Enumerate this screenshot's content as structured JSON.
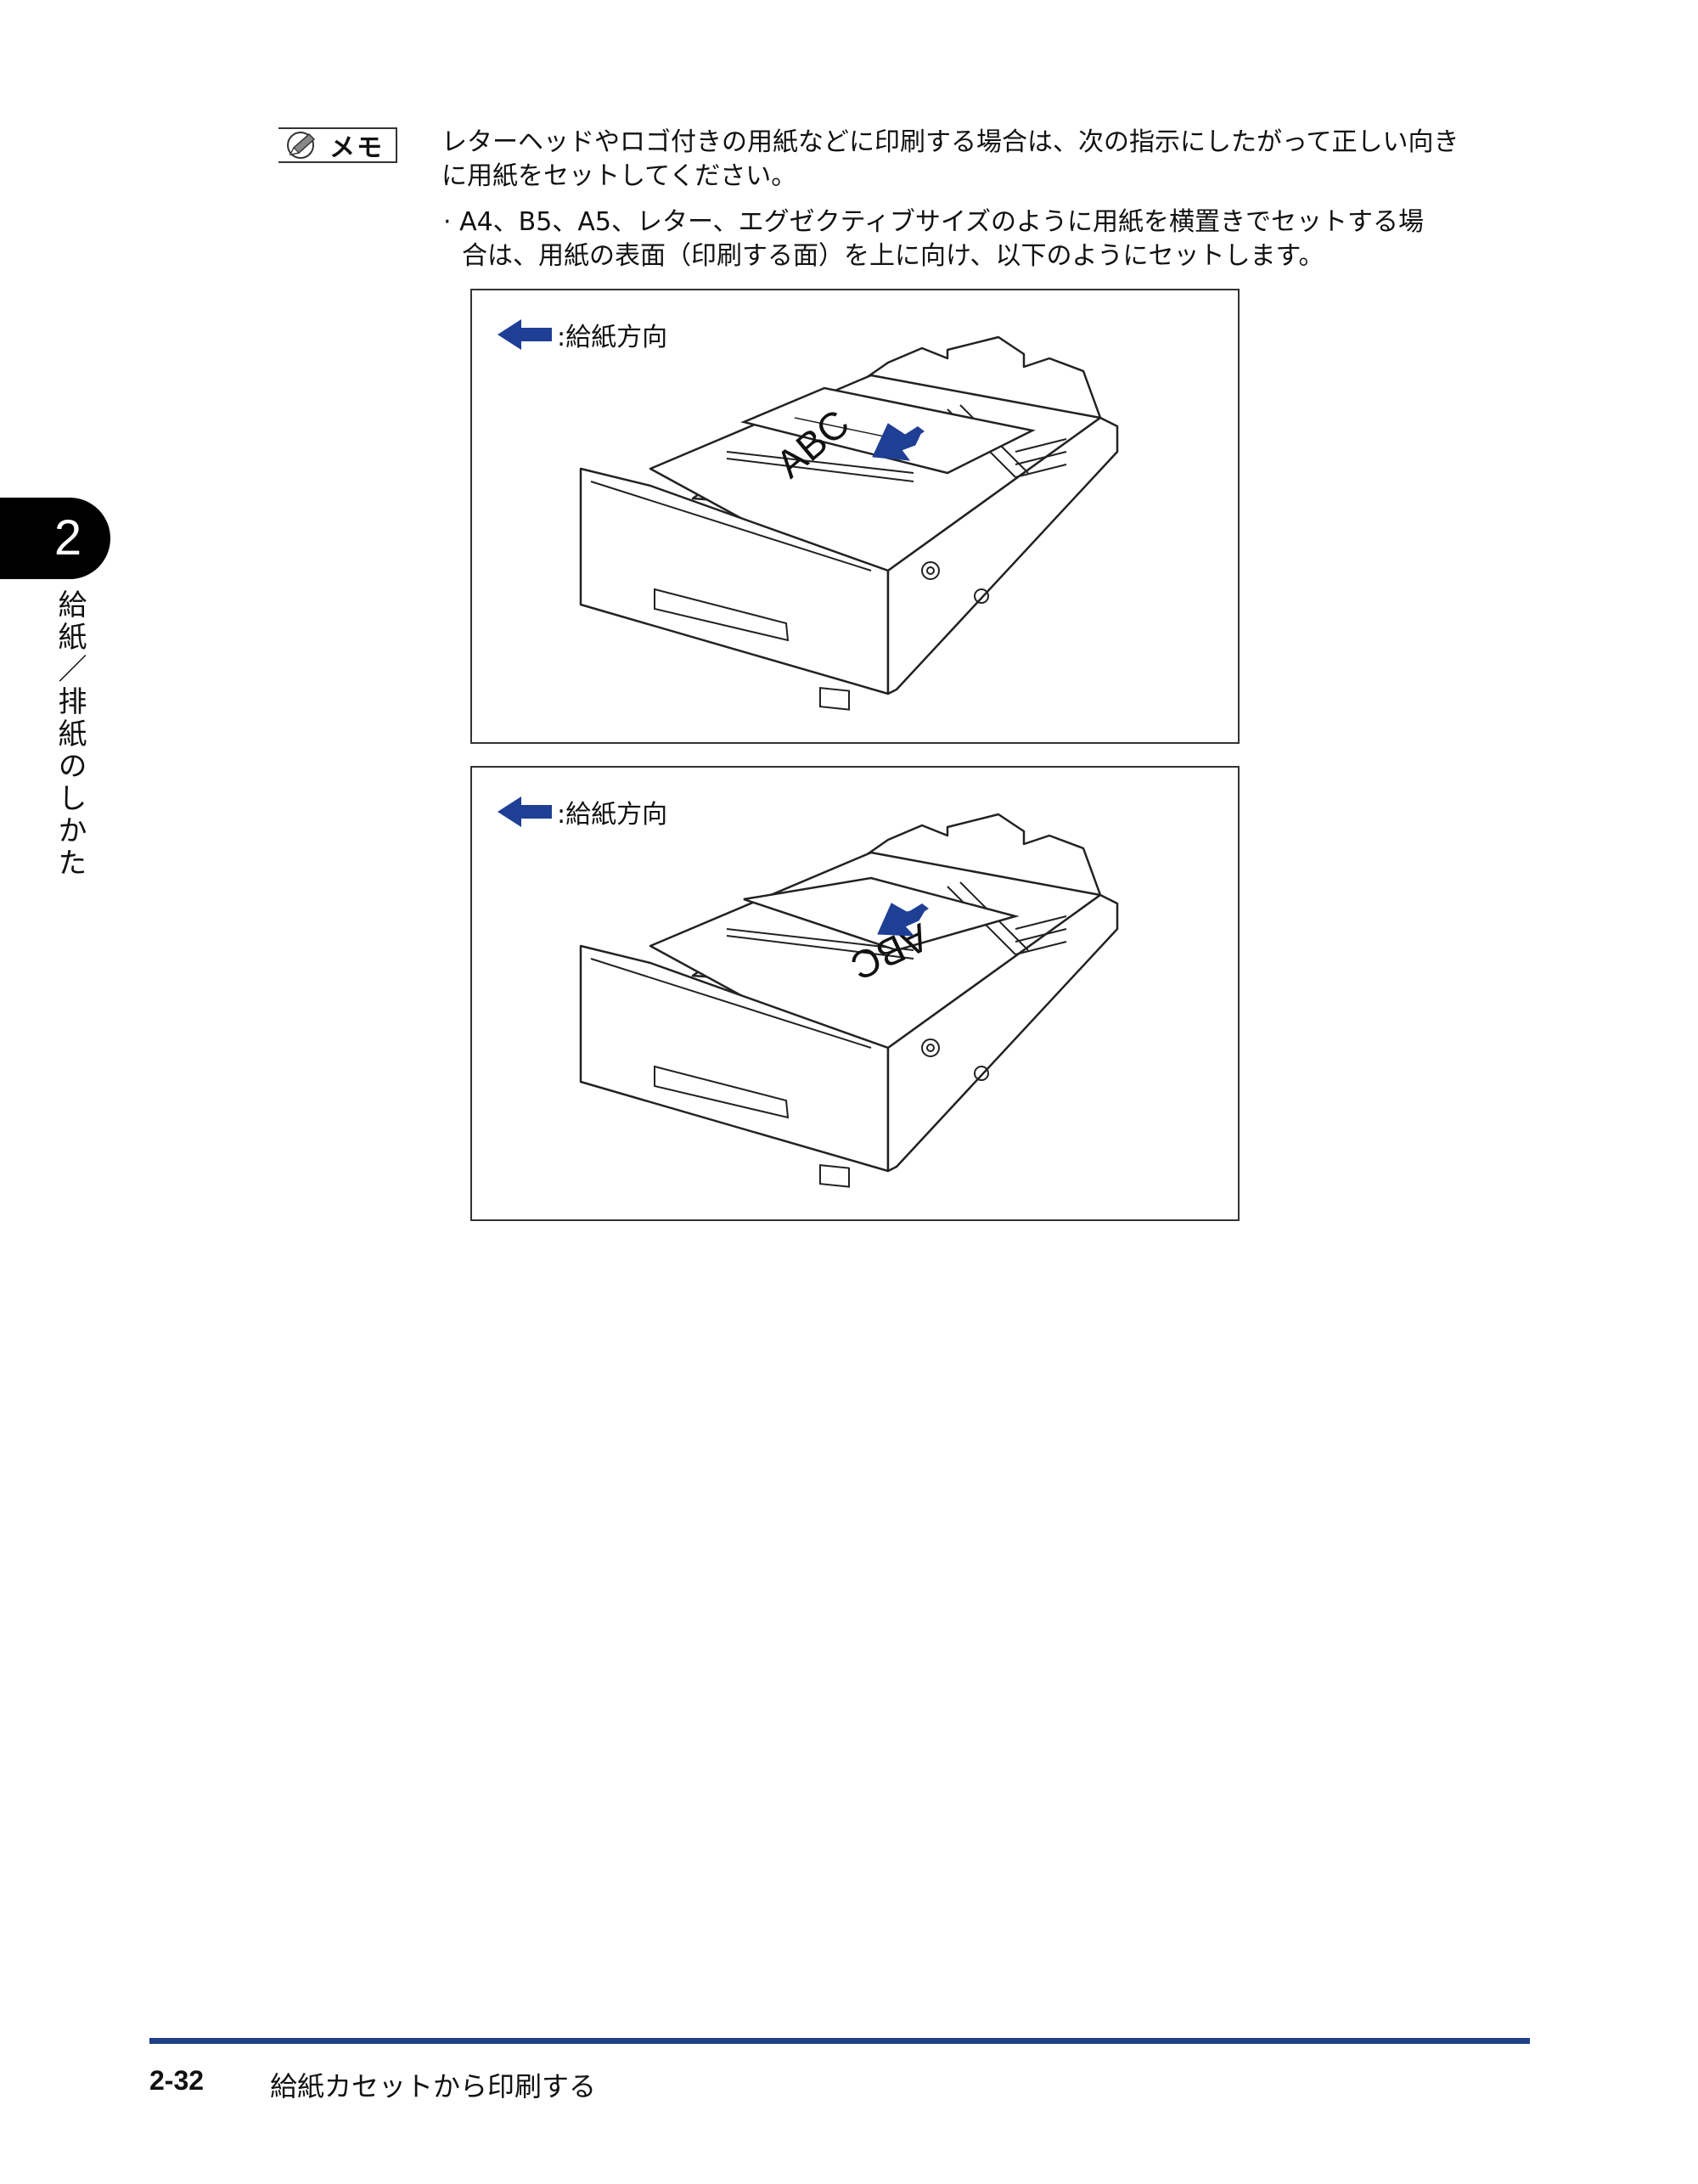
{
  "memo": {
    "label": "メモ",
    "paragraph_line1": "レターヘッドやロゴ付きの用紙などに印刷する場合は、次の指示にしたがって正しい向き",
    "paragraph_line2": "に用紙をセットしてください。",
    "bullet_line1": "· A4、B5、A5、レター、エグゼクティブサイズのように用紙を横置きでセットする場",
    "bullet_line2": "合は、用紙の表面（印刷する面）を上に向け、以下のようにセットします。"
  },
  "figures": [
    {
      "legend": ":給紙方向",
      "paper_text": "ABC",
      "orientation": "upright"
    },
    {
      "legend": ":給紙方向",
      "paper_text": "ABC",
      "orientation": "rotated-180"
    }
  ],
  "colors": {
    "arrow": "#1f3f95",
    "footer_rule": "#1f3f87",
    "chapter_tab": "#000000"
  },
  "chapter": {
    "number": "2",
    "title": "給紙／排紙のしかた"
  },
  "footer": {
    "page": "2-32",
    "title": "給紙カセットから印刷する"
  }
}
